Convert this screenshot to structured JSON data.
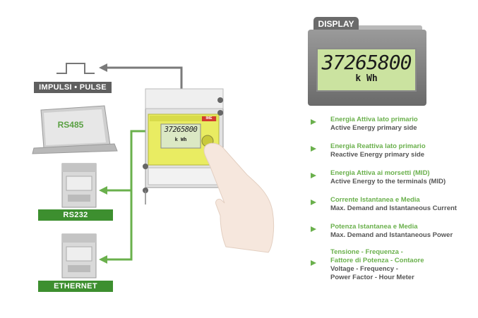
{
  "left_labels": {
    "pulse": "IMPULSI • PULSE",
    "rs485": "RS485",
    "rs232": "RS232",
    "ethernet": "ETHERNET"
  },
  "display": {
    "tab": "DISPLAY",
    "value": "37265800",
    "unit": "k Wh"
  },
  "meter": {
    "lcd_value": "37265800",
    "lcd_unit": "k Wh",
    "brand": "IME"
  },
  "features": [
    {
      "it": "Energia Attiva lato primario",
      "en": "Active Energy primary side"
    },
    {
      "it": "Energia Reattiva lato primario",
      "en": "Reactive Energy primary side"
    },
    {
      "it": "Energia Attiva ai morsetti (MID)",
      "en": "Active Energy to the terminals (MID)"
    },
    {
      "it": "Corrente Istantanea e Media",
      "en": "Max. Demand and Istantaneous Current"
    },
    {
      "it": "Potenza Istantanea e Media",
      "en": "Max. Demand  and Istantaneous Power"
    },
    {
      "it_lines": [
        "Tensione - Frequenza -",
        "Fattore di Potenza - Contaore"
      ],
      "en_lines": [
        "Voltage - Frequency -",
        "Power Factor - Hour Meter"
      ]
    }
  ],
  "colors": {
    "green": "#6ab04c",
    "dark_label": "#5f5f5f",
    "green_label": "#3d8f2f",
    "lcd": "#cbe3a0"
  }
}
